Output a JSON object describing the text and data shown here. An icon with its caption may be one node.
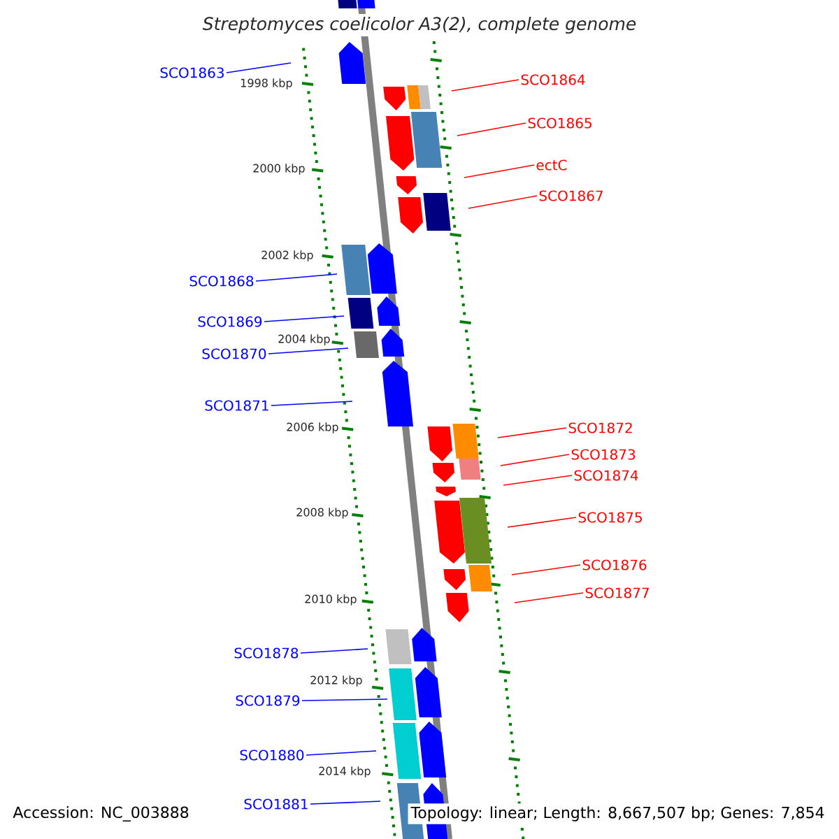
{
  "diagram": {
    "title": "Streptomyces coelicolor A3(2), complete genome",
    "nodes": [
      {
        "text": [
          "SCO1863"
        ]
      },
      {
        "text": [
          "SCO1864"
        ]
      },
      {
        "text": [
          "SCO1865"
        ]
      },
      {
        "text": [
          "ectC"
        ]
      },
      {
        "text": [
          "SCO1867"
        ]
      },
      {
        "text": [
          "SCO1868"
        ]
      },
      {
        "text": [
          "SCO1869"
        ]
      },
      {
        "text": [
          "SCO1870"
        ]
      },
      {
        "text": [
          "SCO1871"
        ]
      },
      {
        "text": [
          "SCO1872"
        ]
      },
      {
        "text": [
          "SCO1873"
        ]
      },
      {
        "text": [
          "SCO1874"
        ]
      },
      {
        "text": [
          "SCO1875"
        ]
      },
      {
        "text": [
          "SCO1876"
        ]
      },
      {
        "text": [
          "SCO1877"
        ]
      },
      {
        "text": [
          "SCO1878"
        ]
      },
      {
        "text": [
          "SCO1879"
        ]
      },
      {
        "text": [
          "SCO1880"
        ]
      },
      {
        "text": [
          "SCO1881"
        ]
      }
    ],
    "edges": [
      {
        "from": 0,
        "to": null,
        "arrow": "none",
        "color": "#0000ff"
      },
      {
        "from": 1,
        "to": null,
        "arrow": "none"
      },
      {
        "from": 2,
        "to": null,
        "arrow": "none"
      },
      {
        "from": 3,
        "to": null,
        "arrow": "none"
      },
      {
        "from": 4,
        "to": null,
        "arrow": "none"
      },
      {
        "from": 5,
        "to": null,
        "arrow": "none",
        "color": "#0000ff"
      },
      {
        "from": 6,
        "to": null,
        "arrow": "none",
        "color": "#0000ff"
      },
      {
        "from": 7,
        "to": null,
        "arrow": "none",
        "color": "#0000ff"
      },
      {
        "from": 8,
        "to": null,
        "arrow": "none",
        "color": "#0000ff"
      },
      {
        "from": 9,
        "to": null,
        "arrow": "none"
      },
      {
        "from": 10,
        "to": null,
        "arrow": "none"
      },
      {
        "from": 11,
        "to": null,
        "arrow": "none"
      },
      {
        "from": 12,
        "to": null,
        "arrow": "none"
      },
      {
        "from": 13,
        "to": null,
        "arrow": "none"
      },
      {
        "from": 14,
        "to": null,
        "arrow": "none"
      },
      {
        "from": 15,
        "to": null,
        "arrow": "none",
        "color": "#0000ff"
      },
      {
        "from": 16,
        "to": null,
        "arrow": "none",
        "color": "#0000ff"
      },
      {
        "from": 17,
        "to": null,
        "arrow": "none",
        "color": "#0000ff"
      },
      {
        "from": 18,
        "to": null,
        "arrow": "none",
        "color": "#0000ff"
      }
    ],
    "labels": [
      "1998 kbp",
      "2000 kbp",
      "2002 kbp",
      "2004 kbp",
      "2006 kbp",
      "2008 kbp",
      "2010 kbp",
      "2012 kbp",
      "2014 kbp",
      "Accession: NC_003888",
      "Topology: linear; Length: 8,667,507 bp; Genes: 7,854"
    ]
  }
}
